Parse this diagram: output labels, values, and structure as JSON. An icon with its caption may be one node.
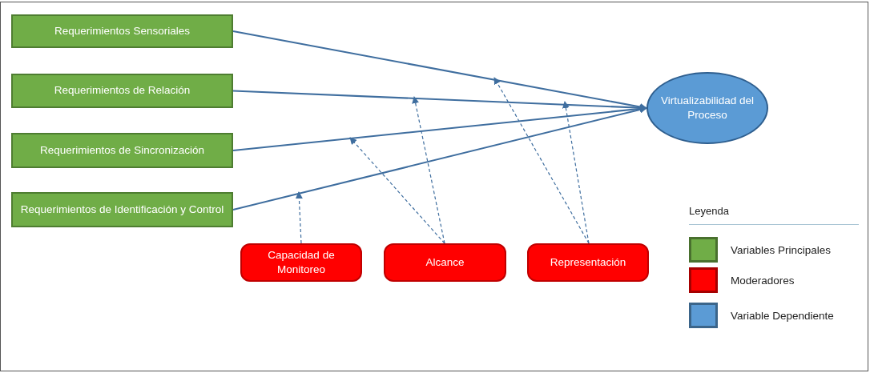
{
  "diagram": {
    "nodes": [
      {
        "text": [
          "Requerimientos Sensoriales"
        ]
      },
      {
        "text": [
          "Requerimientos de Relación"
        ]
      },
      {
        "text": [
          "Requerimientos de Sincronización"
        ]
      },
      {
        "text": [
          "Requerimientos de Identificación y Control"
        ]
      },
      {
        "text": [
          "Virtualizabilidad del Proceso"
        ]
      },
      {
        "text": [
          "Capacidad de Monitoreo"
        ]
      },
      {
        "text": [
          "Alcance"
        ]
      },
      {
        "text": [
          "Representación"
        ]
      }
    ],
    "edges": [
      {
        "from": 0,
        "to": 4,
        "arrow": "to"
      },
      {
        "from": 1,
        "to": 4,
        "arrow": "to"
      },
      {
        "from": 2,
        "to": 4,
        "arrow": "to"
      },
      {
        "from": 3,
        "to": 4,
        "arrow": "to"
      },
      {
        "from": 5,
        "to": null,
        "arrow": "to",
        "style": "dashed"
      },
      {
        "from": 6,
        "to": null,
        "arrow": "to",
        "style": "dashed"
      },
      {
        "from": 6,
        "to": null,
        "arrow": "to",
        "style": "dashed"
      },
      {
        "from": 7,
        "to": null,
        "arrow": "to",
        "style": "dashed"
      },
      {
        "from": 7,
        "to": null,
        "arrow": "to",
        "style": "dashed"
      }
    ],
    "labels": [
      "Leyenda"
    ],
    "legend": [
      {
        "text": "Variables Principales",
        "color": "#70ad47"
      },
      {
        "text": "Moderadores",
        "color": "#ff0000"
      },
      {
        "text": "Variable Dependiente",
        "color": "#5b9bd5"
      }
    ]
  }
}
